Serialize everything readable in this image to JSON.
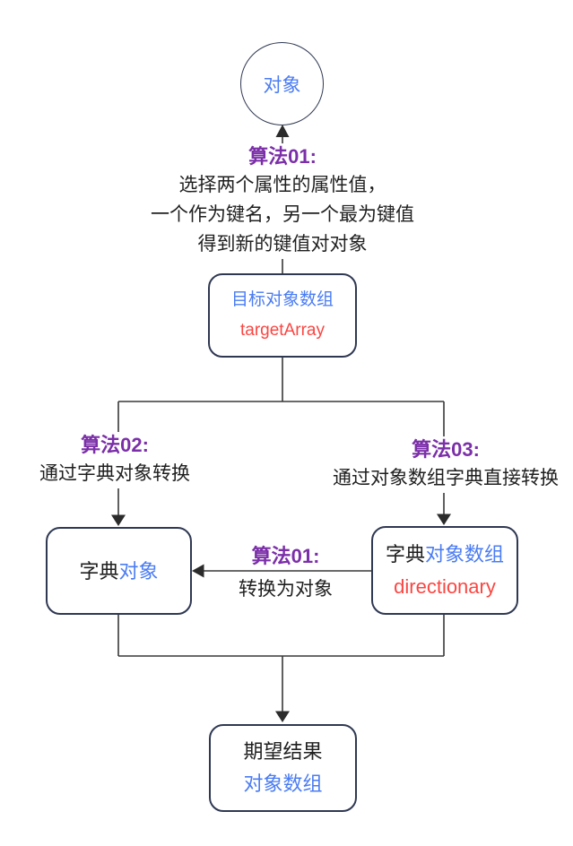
{
  "palette": {
    "blue": "#4A7CF2",
    "red": "#FA4642",
    "purple": "#7B2FA8",
    "node_border": "#2F3852",
    "connector": "#383838",
    "text": "#1F1F1F",
    "background": "#FFFFFF"
  },
  "nodes": {
    "object_circle": {
      "label": "对象"
    },
    "target_array": {
      "title": "目标对象数组",
      "subtitle": "targetArray"
    },
    "dict_object": {
      "title_black": "字典",
      "title_blue": "对象"
    },
    "dict_array": {
      "title_black": "字典",
      "title_blue": "对象数组",
      "subtitle": "directionary"
    },
    "result": {
      "title": "期望结果",
      "subtitle": "对象数组"
    }
  },
  "edges": {
    "algo01_top": {
      "title": "算法01:",
      "line1": "选择两个属性的属性值，",
      "line2": "一个作为键名，另一个最为键值",
      "line3": "得到新的键值对对象"
    },
    "algo02": {
      "title": "算法02:",
      "desc": "通过字典对象转换"
    },
    "algo03": {
      "title": "算法03:",
      "desc": "通过对象数组字典直接转换"
    },
    "algo01_mid": {
      "title": "算法01:",
      "desc": "转换为对象"
    }
  }
}
